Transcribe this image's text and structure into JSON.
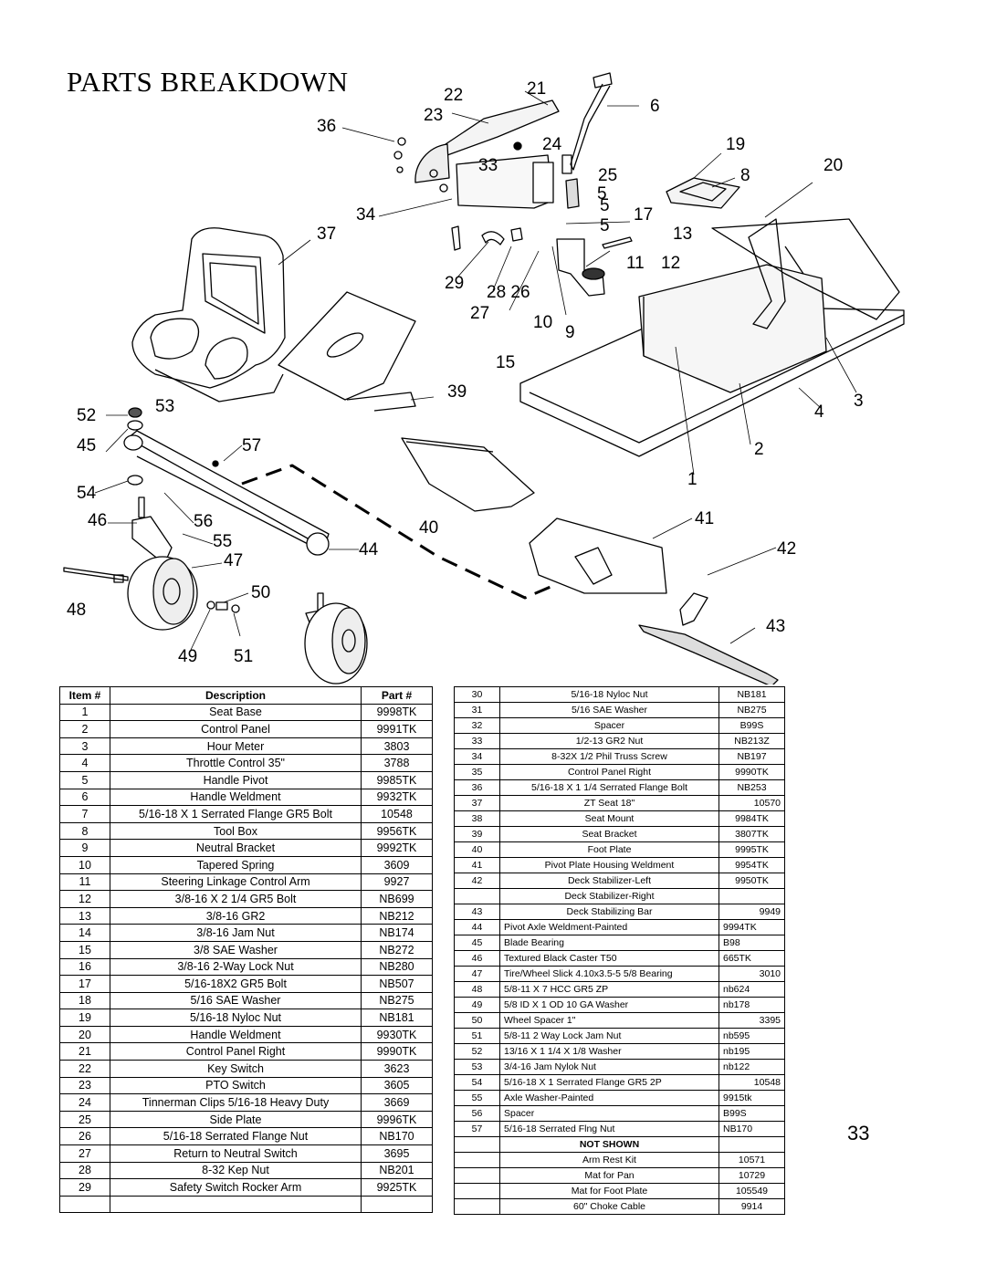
{
  "page": {
    "title": "PARTS BREAKDOWN",
    "page_number": "33"
  },
  "diagram": {
    "callouts": [
      "21",
      "22",
      "6",
      "23",
      "36",
      "24",
      "19",
      "33",
      "20",
      "25",
      "8",
      "5",
      "5",
      "17",
      "34",
      "37",
      "5",
      "13",
      "11",
      "12",
      "29",
      "28 26",
      "27",
      "10",
      "9",
      "15",
      "39",
      "52",
      "53",
      "4",
      "3",
      "45",
      "57",
      "2",
      "1",
      "54",
      "46",
      "56",
      "41",
      "40",
      "55",
      "44",
      "42",
      "47",
      "50",
      "48",
      "43",
      "49",
      "51"
    ]
  },
  "table_left": {
    "headers": [
      "Item #",
      "Description",
      "Part #"
    ],
    "rows": [
      [
        "1",
        "Seat Base",
        "9998TK"
      ],
      [
        "2",
        "Control Panel",
        "9991TK"
      ],
      [
        "3",
        "Hour Meter",
        "3803"
      ],
      [
        "4",
        "Throttle Control 35\"",
        "3788"
      ],
      [
        "5",
        "Handle Pivot",
        "9985TK"
      ],
      [
        "6",
        "Handle Weldment",
        "9932TK"
      ],
      [
        "7",
        "5/16-18 X 1 Serrated Flange GR5 Bolt",
        "10548"
      ],
      [
        "8",
        "Tool Box",
        "9956TK"
      ],
      [
        "9",
        "Neutral Bracket",
        "9992TK"
      ],
      [
        "10",
        "Tapered Spring",
        "3609"
      ],
      [
        "11",
        "Steering Linkage Control Arm",
        "9927"
      ],
      [
        "12",
        "3/8-16 X 2 1/4 GR5 Bolt",
        "NB699"
      ],
      [
        "13",
        "3/8-16 GR2",
        "NB212"
      ],
      [
        "14",
        "3/8-16 Jam Nut",
        "NB174"
      ],
      [
        "15",
        "3/8 SAE Washer",
        "NB272"
      ],
      [
        "16",
        "3/8-16 2-Way Lock Nut",
        "NB280"
      ],
      [
        "17",
        "5/16-18X2 GR5 Bolt",
        "NB507"
      ],
      [
        "18",
        "5/16 SAE Washer",
        "NB275"
      ],
      [
        "19",
        "5/16-18 Nyloc Nut",
        "NB181"
      ],
      [
        "20",
        "Handle Weldment",
        "9930TK"
      ],
      [
        "21",
        "Control Panel Right",
        "9990TK"
      ],
      [
        "22",
        "Key Switch",
        "3623"
      ],
      [
        "23",
        "PTO Switch",
        "3605"
      ],
      [
        "24",
        "Tinnerman Clips 5/16-18 Heavy Duty",
        "3669"
      ],
      [
        "25",
        "Side Plate",
        "9996TK"
      ],
      [
        "26",
        "5/16-18 Serrated Flange Nut",
        "NB170"
      ],
      [
        "27",
        "Return to Neutral Switch",
        "3695"
      ],
      [
        "28",
        "8-32 Kep Nut",
        "NB201"
      ],
      [
        "29",
        "Safety Switch Rocker Arm",
        "9925TK"
      ],
      [
        "",
        "",
        ""
      ]
    ]
  },
  "table_right": {
    "rows": [
      [
        "30",
        "5/16-18 Nyloc Nut",
        "NB181"
      ],
      [
        "31",
        "5/16 SAE Washer",
        "NB275"
      ],
      [
        "32",
        "Spacer",
        "B99S"
      ],
      [
        "33",
        "1/2-13 GR2 Nut",
        "NB213Z"
      ],
      [
        "34",
        "8-32X 1/2 Phil Truss Screw",
        "NB197"
      ],
      [
        "35",
        "Control Panel Right",
        "9990TK"
      ],
      [
        "36",
        "5/16-18 X 1 1/4 Serrated Flange Bolt",
        "NB253"
      ],
      [
        "37",
        "ZT Seat 18\"",
        "10570"
      ],
      [
        "38",
        "Seat Mount",
        "9984TK"
      ],
      [
        "39",
        "Seat Bracket",
        "3807TK"
      ],
      [
        "40",
        "Foot Plate",
        "9995TK"
      ],
      [
        "41",
        "Pivot Plate Housing Weldment",
        "9954TK"
      ],
      [
        "42",
        "Deck Stabilizer-Left",
        "9950TK"
      ],
      [
        "",
        "Deck Stabilizer-Right",
        ""
      ],
      [
        "43",
        "Deck Stabilizing Bar",
        "9949"
      ],
      [
        "44",
        "Pivot Axle Weldment-Painted",
        "9994TK"
      ],
      [
        "45",
        "Blade Bearing",
        "B98"
      ],
      [
        "46",
        "Textured Black Caster T50",
        "665TK"
      ],
      [
        "47",
        "Tire/Wheel Slick 4.10x3.5-5 5/8 Bearing",
        "3010"
      ],
      [
        "48",
        "5/8-11 X 7 HCC GR5 ZP",
        "nb624"
      ],
      [
        "49",
        "5/8 ID X 1 OD 10 GA Washer",
        "nb178"
      ],
      [
        "50",
        "Wheel Spacer 1\"",
        "3395"
      ],
      [
        "51",
        "5/8-11 2 Way Lock Jam Nut",
        "nb595"
      ],
      [
        "52",
        "13/16 X 1 1/4 X 1/8 Washer",
        "nb195"
      ],
      [
        "53",
        "3/4-16 Jam Nylok Nut",
        "nb122"
      ],
      [
        "54",
        "5/16-18 X 1 Serrated Flange GR5 2P",
        "10548"
      ],
      [
        "55",
        "Axle Washer-Painted",
        "9915tk"
      ],
      [
        "56",
        "Spacer",
        "B99S"
      ],
      [
        "57",
        "5/16-18 Serrated Flng Nut",
        "NB170"
      ],
      [
        "",
        "NOT SHOWN",
        ""
      ],
      [
        "",
        "Arm Rest Kit",
        "10571"
      ],
      [
        "",
        "Mat for Pan",
        "10729"
      ],
      [
        "",
        "Mat for Foot Plate",
        "105549"
      ],
      [
        "",
        "60\" Choke Cable",
        "9914"
      ]
    ]
  }
}
